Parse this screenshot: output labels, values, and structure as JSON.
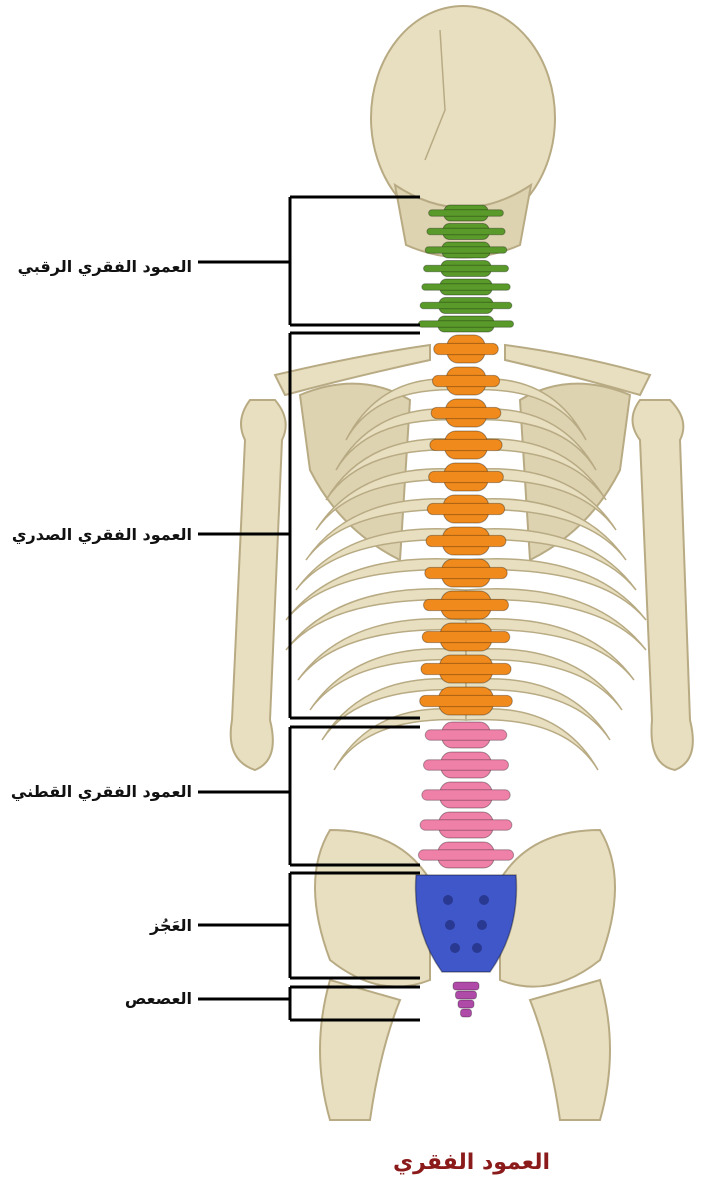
{
  "caption": "العمود الفقري",
  "regions": [
    {
      "key": "cervical",
      "label": "العمود الفقري الرقبي",
      "color": "#5a9a2a"
    },
    {
      "key": "thoracic",
      "label": "العمود الفقري الصدري",
      "color": "#f08a1c"
    },
    {
      "key": "lumbar",
      "label": "العمود الفقري القطني",
      "color": "#ef80a8"
    },
    {
      "key": "sacrum",
      "label": "العَجُز",
      "color": "#3f57c8"
    },
    {
      "key": "coccyx",
      "label": "العصعص",
      "color": "#b04aa8"
    }
  ],
  "colors": {
    "bone": "#e8dfc0",
    "bone_shadow": "#b8ab84",
    "bracket": "#000000",
    "caption": "#8b1a1a"
  }
}
